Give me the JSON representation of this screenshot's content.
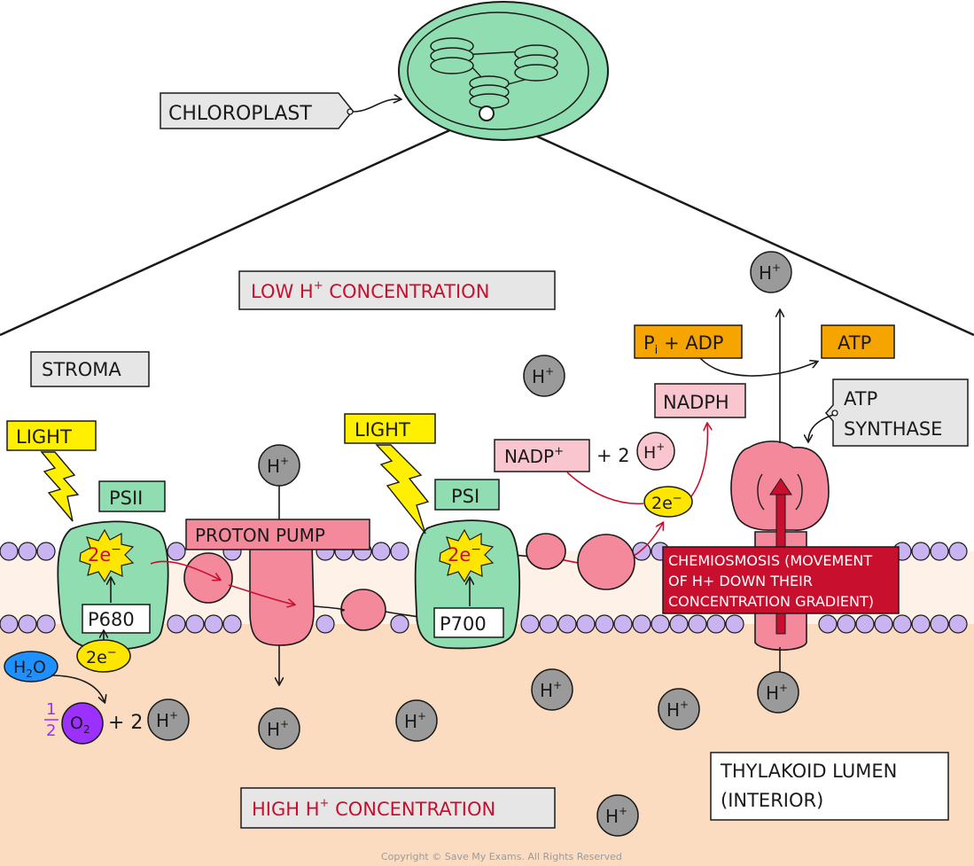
{
  "labels": {
    "chloroplast": "CHLOROPLAST",
    "stroma": "STROMA",
    "low_conc_prefix": "LOW  H",
    "low_conc_suffix": "  CONCENTRATION",
    "high_conc_prefix": "HIGH  H",
    "high_conc_suffix": " CONCENTRATION",
    "light_1": "LIGHT",
    "light_2": "LIGHT",
    "psii": "PSII",
    "psi": "PSI",
    "p680": "P680",
    "p700": "P700",
    "proton_pump": "PROTON PUMP",
    "two_e": "2e",
    "minus": "−",
    "h2o_h": "H",
    "h2o_sub": "2",
    "h2o_o": "O",
    "half_num": "1",
    "half_den": "2",
    "o2_o": "O",
    "o2_sub": "2",
    "plus_two": "+ 2",
    "plus": "+",
    "h": "H",
    "nadp": "NADP",
    "nadph": "NADPH",
    "pi_adp_p": "P",
    "pi_adp_i": "i",
    "pi_adp_rest": " + ADP",
    "atp": "ATP",
    "atp_synthase_line1": "ATP",
    "atp_synthase_line2": "SYNTHASE",
    "chemiosmosis_line1": "CHEMIOSMOSIS (MOVEMENT",
    "chemiosmosis_line2": "OF H+ DOWN THEIR",
    "chemiosmosis_line3": "CONCENTRATION GRADIENT)",
    "lumen_line1": "THYLAKOID   LUMEN",
    "lumen_line2": "(INTERIOR)",
    "copyright": "Copyright © Save My Exams. All Rights Reserved"
  },
  "colors": {
    "membrane_band": "#fdf1e8",
    "lumen": "#fbdcc0",
    "lipid_head": "#c9b3f0",
    "photosystem": "#8fddb0",
    "protein": "#f4899b",
    "ion": "#9a9a9a",
    "light_box": "#ffef00",
    "electron": "#ffe600",
    "atp_box": "#f6a400",
    "chemiosmosis_box": "#c8102e",
    "water": "#1e90ff",
    "oxygen": "#9b30ff",
    "label_box": "#e6e6e6"
  }
}
